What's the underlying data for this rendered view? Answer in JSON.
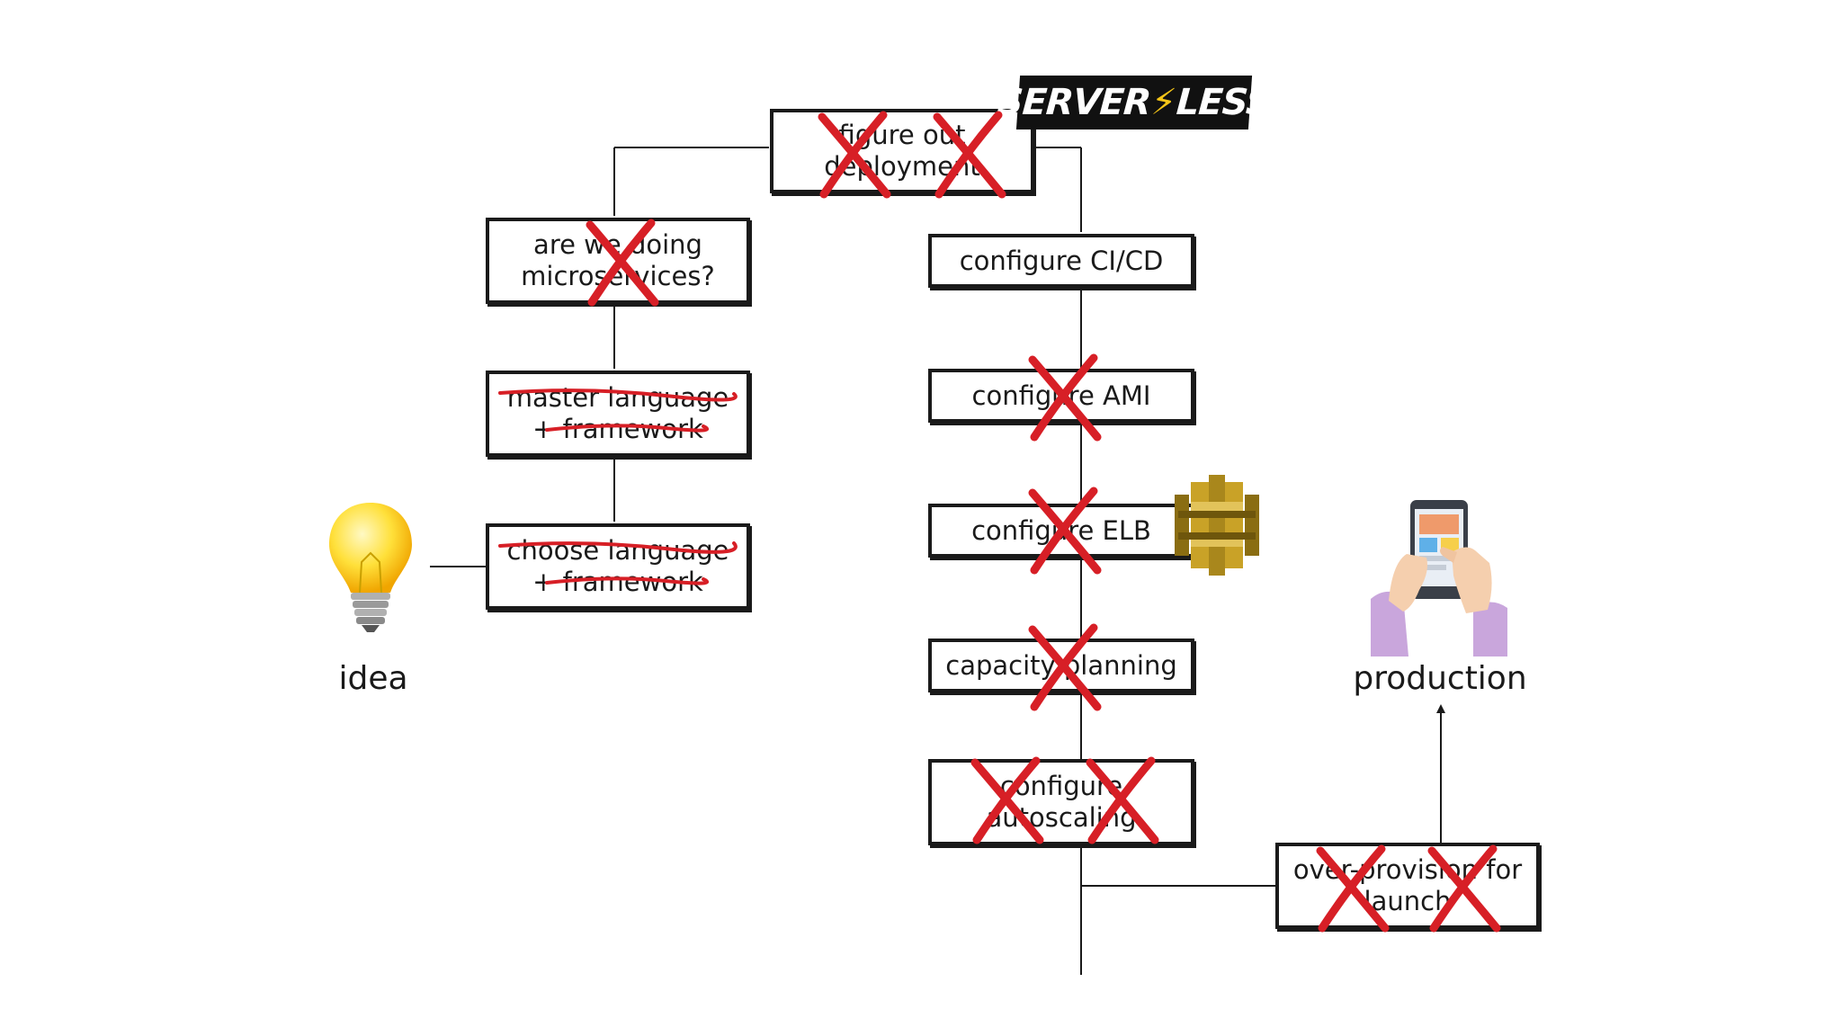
{
  "boxes": {
    "figure_out_deployment": [
      "figure out",
      "deployment"
    ],
    "microservices": [
      "are we doing",
      "microservices?"
    ],
    "master_language": [
      "master language",
      "+ framework"
    ],
    "choose_language": [
      "choose language",
      "+ framework"
    ],
    "configure_cicd": [
      "configure CI/CD"
    ],
    "configure_ami": [
      "configure AMI"
    ],
    "configure_elb": [
      "configure ELB"
    ],
    "capacity_planning": [
      "capacity planning"
    ],
    "configure_autoscaling": [
      "configure",
      "autoscaling"
    ],
    "over_provision": [
      "over-provision for",
      "launch"
    ]
  },
  "captions": {
    "idea": "idea",
    "production": "production"
  },
  "logo": {
    "left": "SERVER",
    "right": "LESS"
  },
  "icons": {
    "idea": "lightbulb-icon",
    "api_gateway": "api-gateway-icon",
    "production": "phone-in-hands-icon",
    "cross": "red-x-icon"
  },
  "colors": {
    "cross": "#d71f26",
    "box_border": "#1a1a1a",
    "logo_bg": "#111111",
    "bolt": "#f5c518",
    "bulb": "#ffd700",
    "api_gold": "#c9a227"
  }
}
